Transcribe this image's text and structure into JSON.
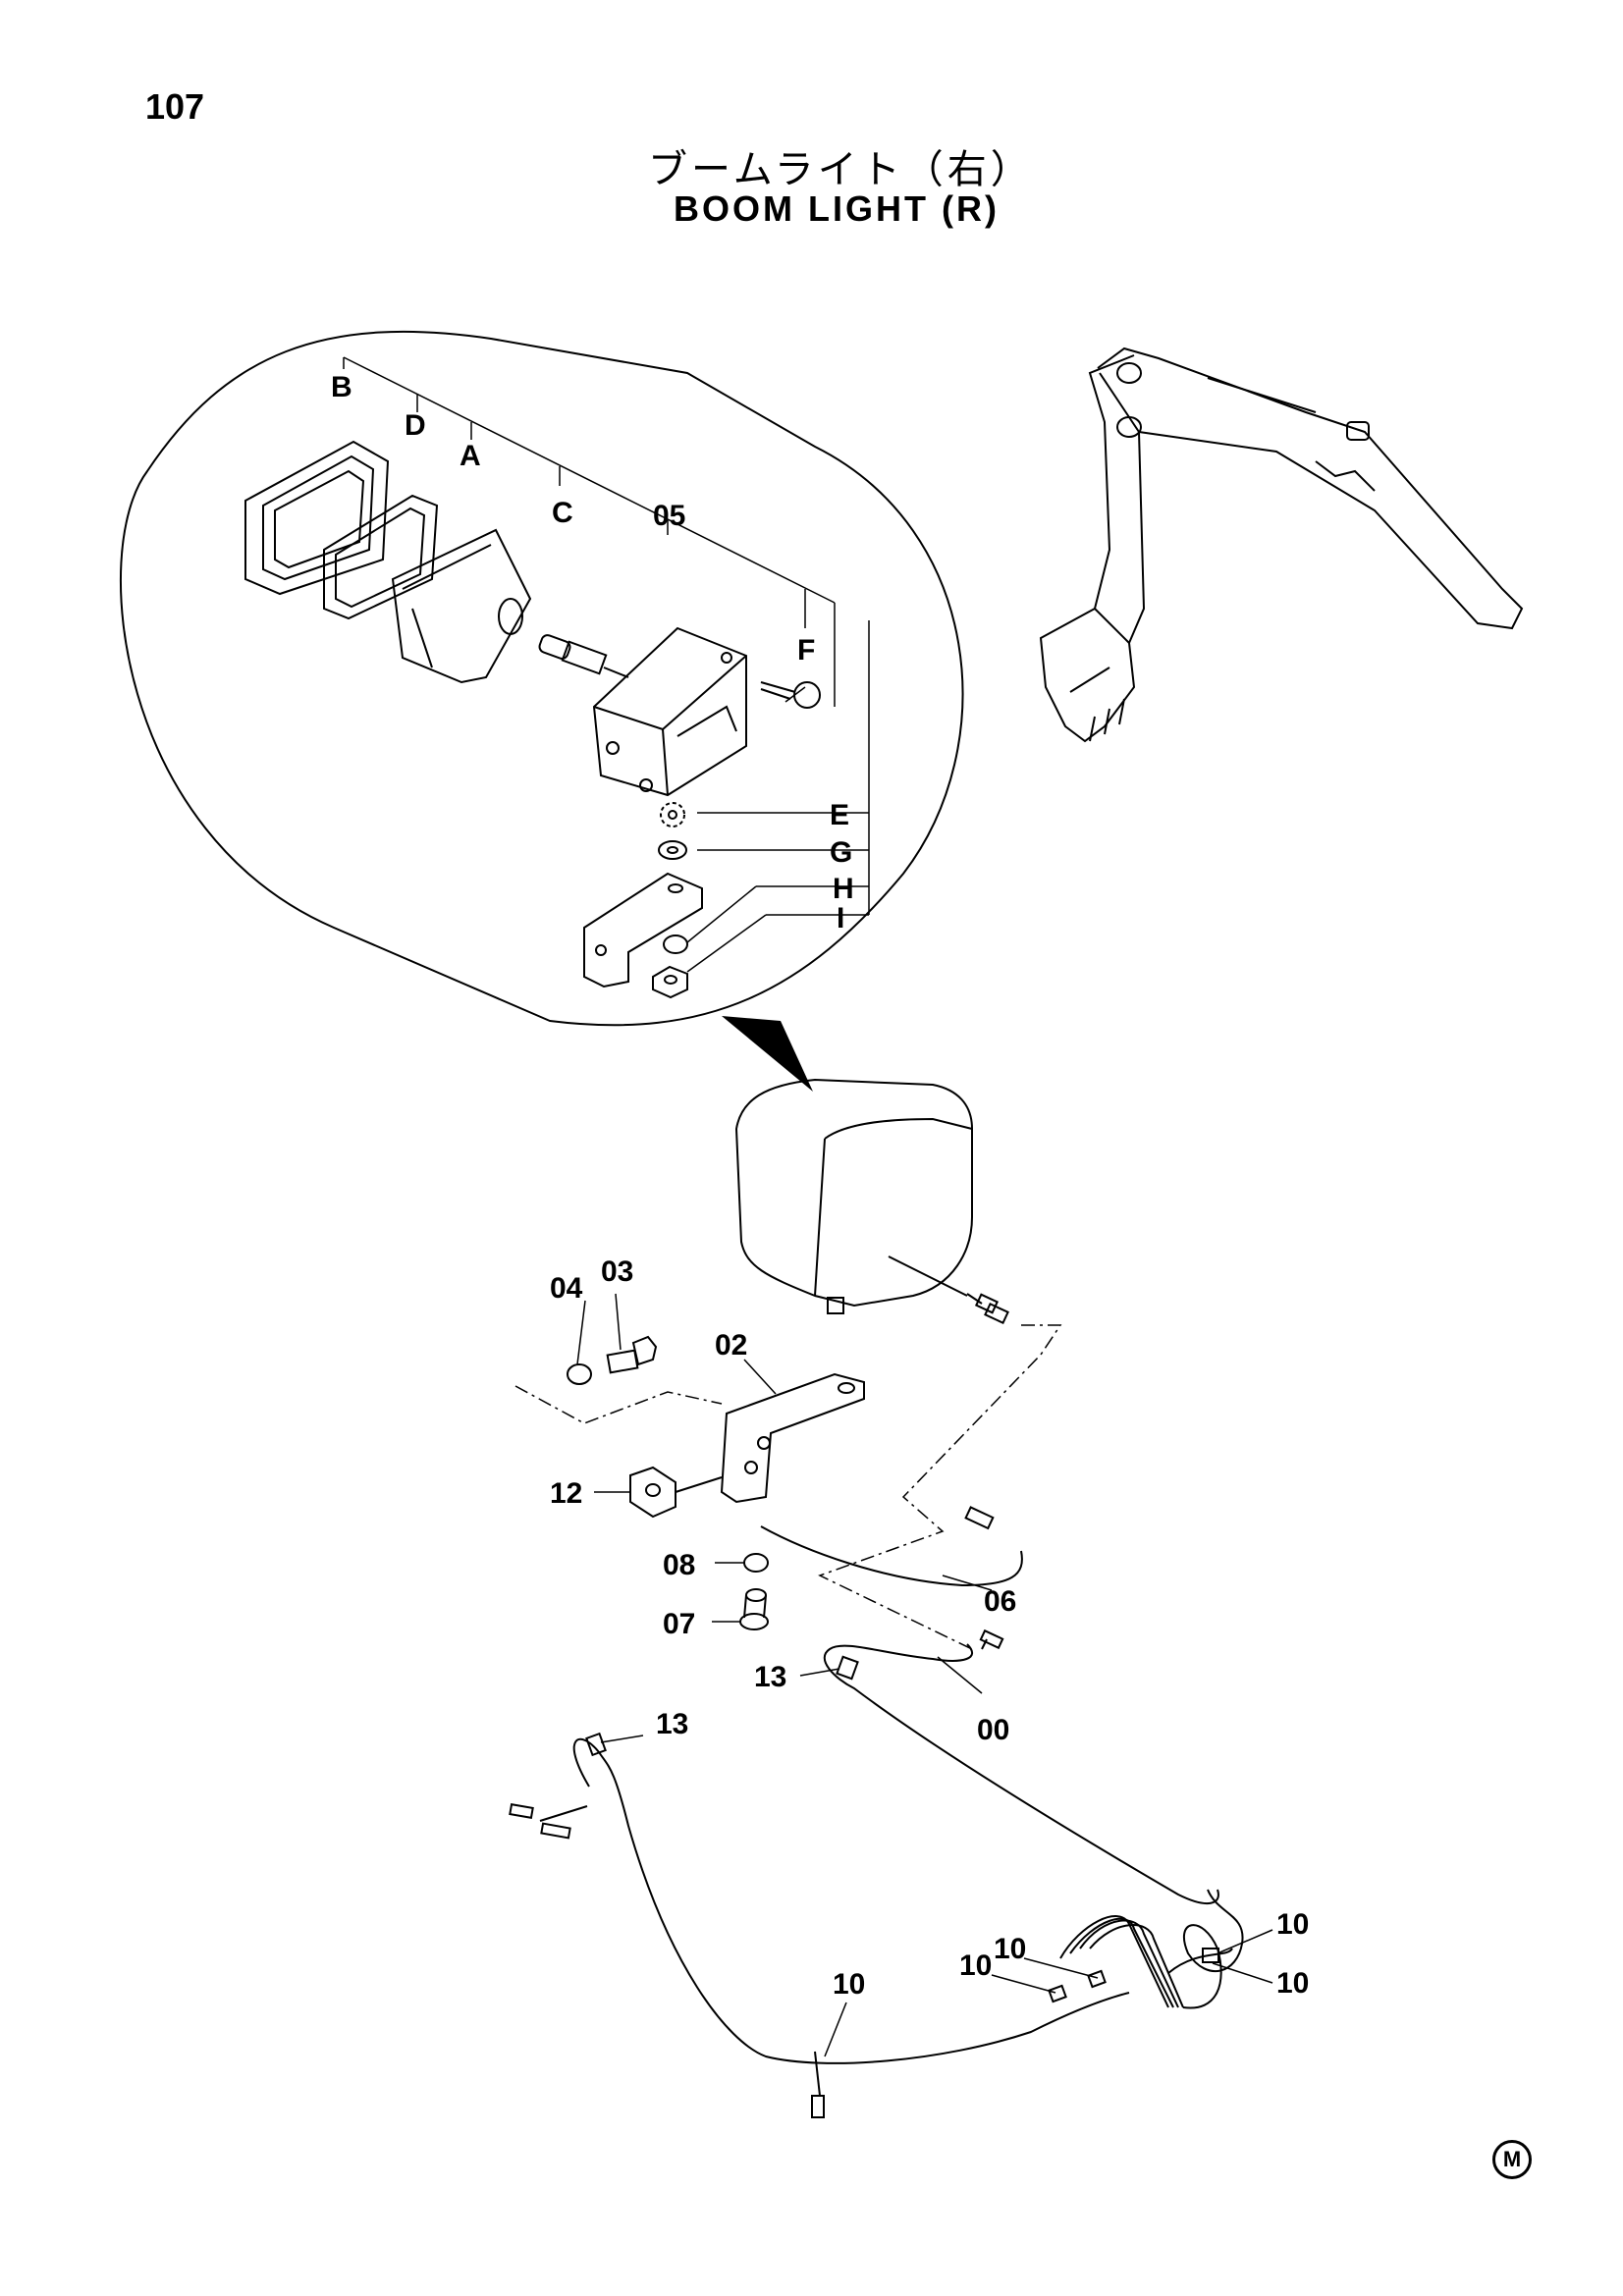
{
  "page": {
    "number": "107",
    "mark": "M"
  },
  "title": {
    "jp": "ブームライト（右）",
    "en": "BOOM LIGHT (R)"
  },
  "detail_labels": {
    "B": "B",
    "D": "D",
    "A": "A",
    "C": "C",
    "p05": "05",
    "F": "F",
    "E": "E",
    "G": "G",
    "H": "H",
    "I": "I"
  },
  "part_labels": {
    "p04": "04",
    "p03": "03",
    "p02": "02",
    "p12": "12",
    "p08": "08",
    "p07": "07",
    "p06": "06",
    "p13a": "13",
    "p00": "00",
    "p13b": "13",
    "p10a": "10",
    "p10b": "10",
    "p10c": "10",
    "p10d": "10",
    "p10e": "10"
  }
}
